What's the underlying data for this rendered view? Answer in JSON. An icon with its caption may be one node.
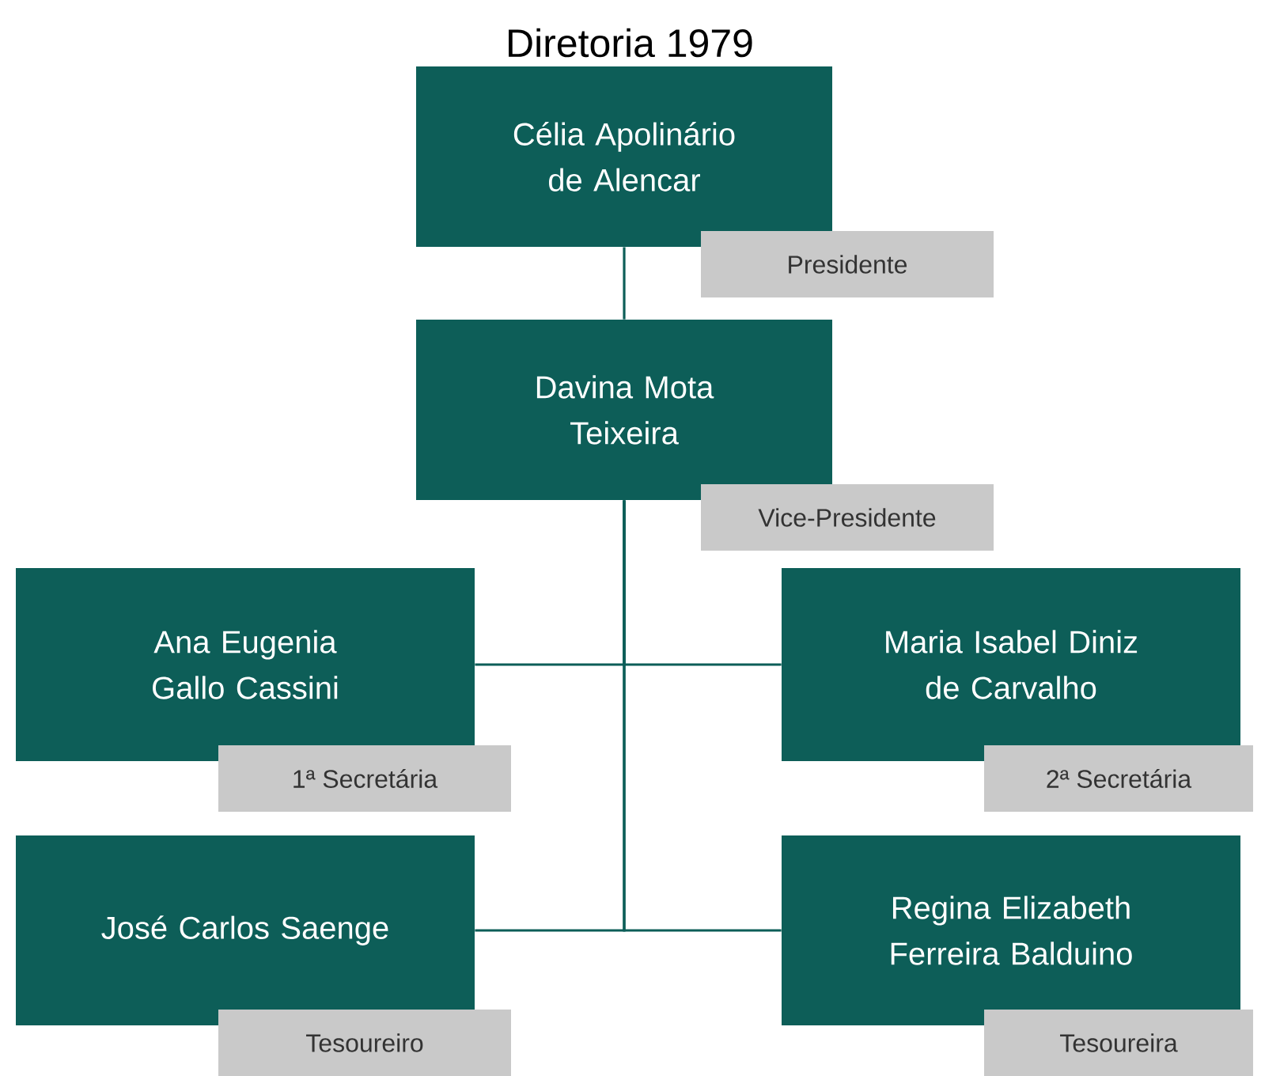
{
  "diagram": {
    "title": "Diretoria 1979",
    "nodes": [
      {
        "text": [
          "Célia Apolinário de Alencar"
        ],
        "beside": [
          "Presidente"
        ]
      },
      {
        "text": [
          "Davina Mota Teixeira"
        ],
        "beside": [
          "Vice-Presidente"
        ]
      },
      {
        "text": [
          "Ana Eugenia Gallo Cassini"
        ],
        "beside": [
          "1ª Secretária"
        ]
      },
      {
        "text": [
          "Maria Isabel Diniz de Carvalho"
        ],
        "beside": [
          "2ª Secretária"
        ]
      },
      {
        "text": [
          "José Carlos Saenge"
        ],
        "beside": [
          "Tesoureiro"
        ]
      },
      {
        "text": [
          "Regina Elizabeth Ferreira Balduino"
        ],
        "beside": [
          "Tesoureira"
        ]
      }
    ],
    "edges": [
      {
        "from": 0,
        "to": 1,
        "arrow": "none"
      },
      {
        "from": 1,
        "to": 2,
        "arrow": "none"
      },
      {
        "from": 1,
        "to": 3,
        "arrow": "none"
      },
      {
        "from": 1,
        "to": 4,
        "arrow": "none"
      },
      {
        "from": 1,
        "to": 5,
        "arrow": "none"
      }
    ]
  }
}
